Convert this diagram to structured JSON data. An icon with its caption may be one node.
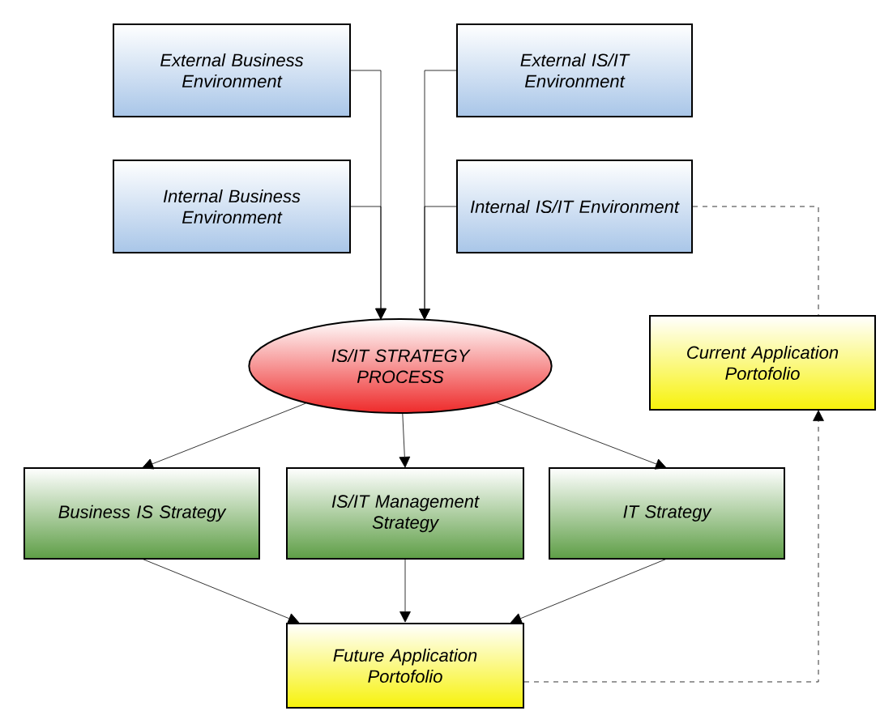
{
  "diagram": {
    "nodes": [
      {
        "text": [
          "External Business Environment"
        ]
      },
      {
        "text": [
          "Internal Business Environment"
        ]
      },
      {
        "text": [
          "External IS/IT Environment"
        ]
      },
      {
        "text": [
          "Internal IS/IT Environment"
        ]
      },
      {
        "text": [
          "IS/IT STRATEGY PROCESS"
        ]
      },
      {
        "text": [
          "Current Application Portofolio"
        ]
      },
      {
        "text": [
          "Business IS Strategy"
        ]
      },
      {
        "text": [
          "IS/IT Management Strategy"
        ]
      },
      {
        "text": [
          "IT Strategy"
        ]
      },
      {
        "text": [
          "Future Application Portofolio"
        ]
      }
    ],
    "edges": [
      {
        "from": 0,
        "to": 4,
        "arrow": "to"
      },
      {
        "from": 1,
        "to": 4,
        "arrow": "to"
      },
      {
        "from": 2,
        "to": 4,
        "arrow": "to"
      },
      {
        "from": 3,
        "to": 4,
        "arrow": "to"
      },
      {
        "from": 4,
        "to": 6,
        "arrow": "to"
      },
      {
        "from": 4,
        "to": 7,
        "arrow": "to"
      },
      {
        "from": 4,
        "to": 8,
        "arrow": "to"
      },
      {
        "from": 6,
        "to": 9,
        "arrow": "to"
      },
      {
        "from": 7,
        "to": 9,
        "arrow": "to"
      },
      {
        "from": 8,
        "to": 9,
        "arrow": "to"
      },
      {
        "from": 3,
        "to": 5,
        "arrow": "none",
        "style": "dashed"
      },
      {
        "from": 9,
        "to": 5,
        "arrow": "to",
        "style": "dashed"
      }
    ]
  }
}
